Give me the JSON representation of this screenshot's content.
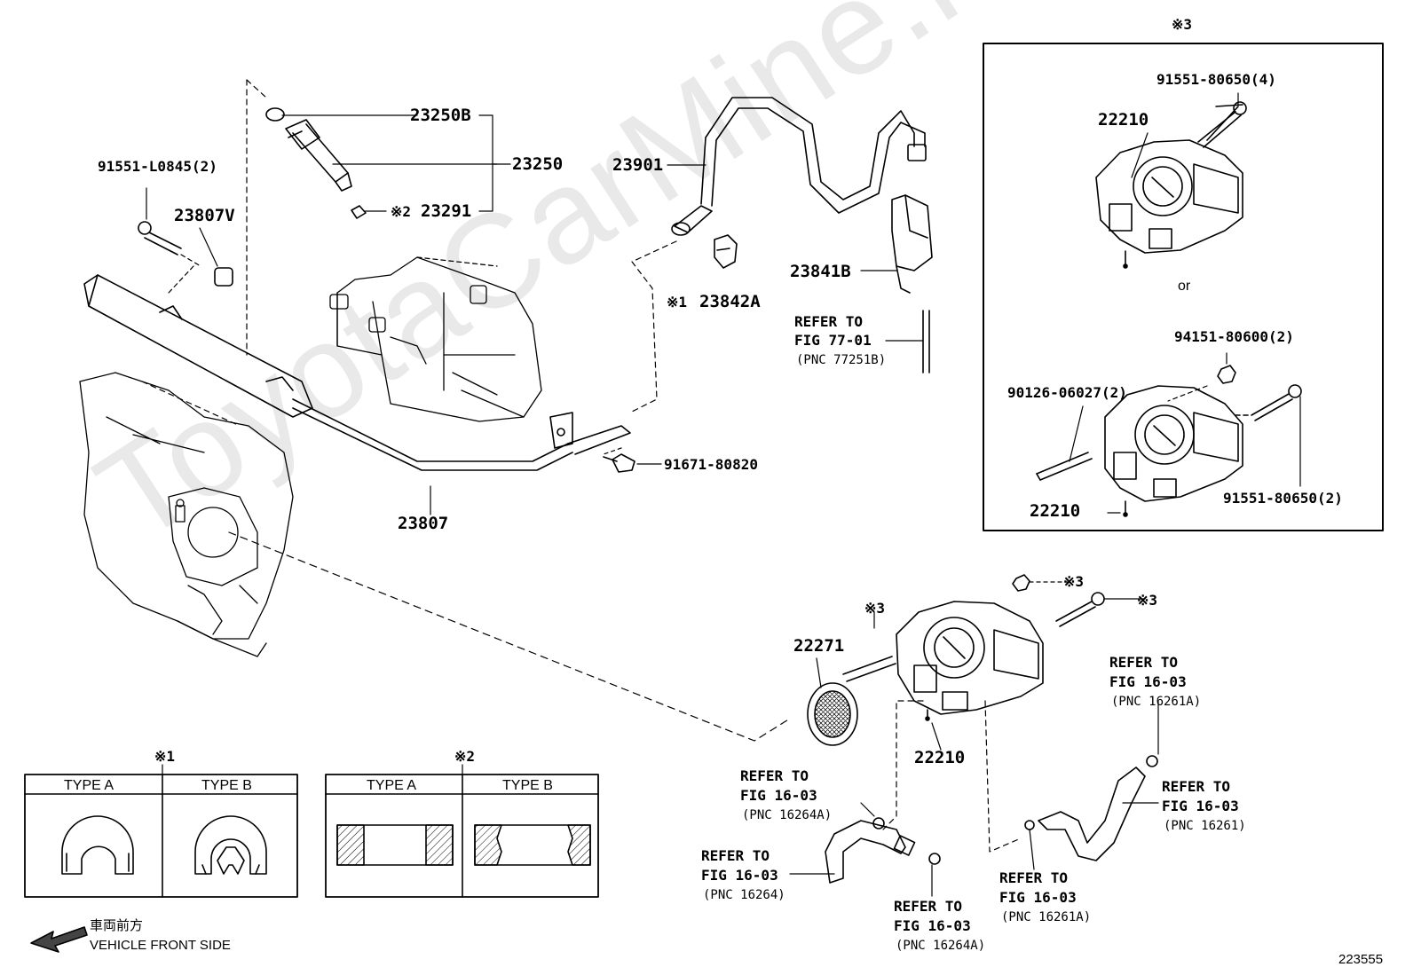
{
  "watermark": "ToyotaCarMine.ru",
  "diagram_id": "223555",
  "front_side": {
    "jp": "車両前方",
    "en": "VEHICLE FRONT SIDE"
  },
  "parts": {
    "p23250B": "23250B",
    "p23250": "23250",
    "p23291": "23291",
    "p23291_note": "※2",
    "p91551L0845": "91551-L0845(2)",
    "p23807V": "23807V",
    "p23901": "23901",
    "p23842A": "23842A",
    "p23842A_note": "※1",
    "p23841B": "23841B",
    "p91671": "91671-80820",
    "p23807": "23807",
    "p22271": "22271",
    "p22271_note": "※3",
    "p22210_main": "22210",
    "nut_note": "※3",
    "bolt_note": "※3"
  },
  "refer_77": {
    "line1": "REFER TO",
    "line2": "FIG 77-01",
    "line3": "(PNC 77251B)"
  },
  "refer_16264A_top": {
    "line1": "REFER TO",
    "line2": "FIG 16-03",
    "line3": "(PNC 16264A)"
  },
  "refer_16264": {
    "line1": "REFER TO",
    "line2": "FIG 16-03",
    "line3": "(PNC 16264)"
  },
  "refer_16264A_bot": {
    "line1": "REFER TO",
    "line2": "FIG 16-03",
    "line3": "(PNC 16264A)"
  },
  "refer_16261A_top": {
    "line1": "REFER TO",
    "line2": "FIG 16-03",
    "line3": "(PNC 16261A)"
  },
  "refer_16261": {
    "line1": "REFER TO",
    "line2": "FIG 16-03",
    "line3": "(PNC 16261)"
  },
  "refer_16261A_bot": {
    "line1": "REFER TO",
    "line2": "FIG 16-03",
    "line3": "(PNC 16261A)"
  },
  "inset3": {
    "mark": "※3",
    "p91551_4": "91551-80650(4)",
    "p22210_a": "22210",
    "or_text": "or",
    "p94151": "94151-80600(2)",
    "p90126": "90126-06027(2)",
    "p22210_b": "22210",
    "p91551_2": "91551-80650(2)"
  },
  "table1": {
    "mark": "※1",
    "col_a": "TYPE A",
    "col_b": "TYPE B"
  },
  "table2": {
    "mark": "※2",
    "col_a": "TYPE A",
    "col_b": "TYPE B"
  }
}
